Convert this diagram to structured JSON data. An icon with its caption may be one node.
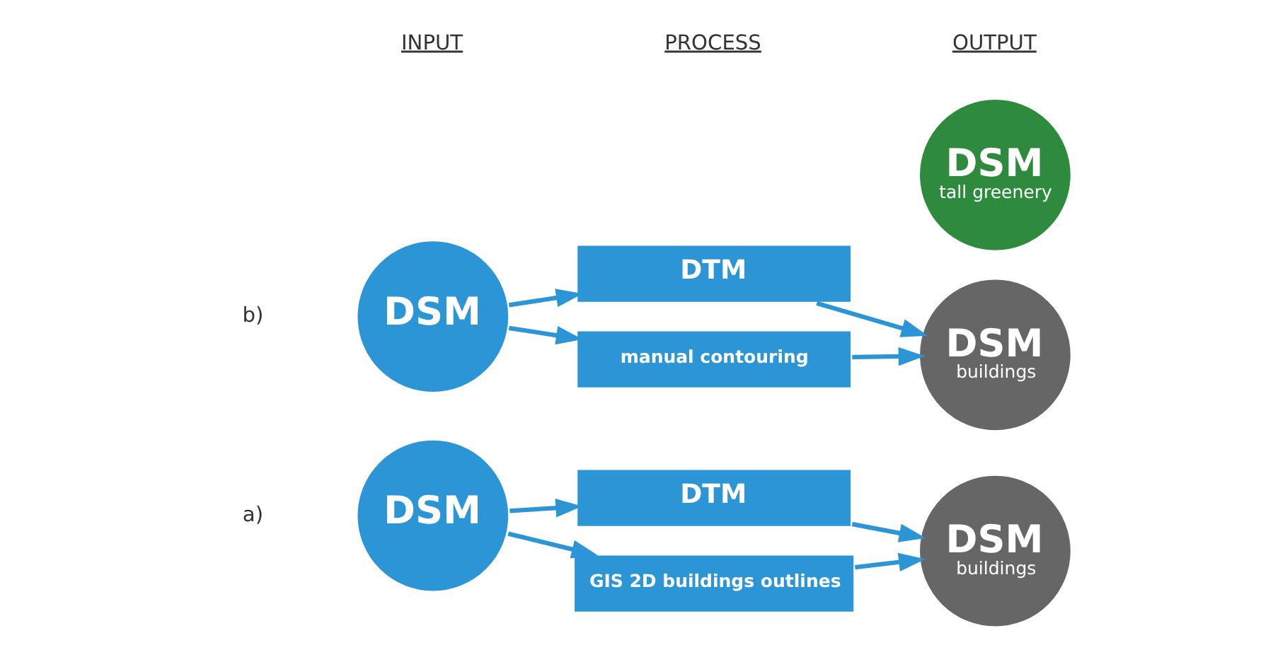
{
  "diagram": {
    "nodes": [
      {
        "text": [
          "DSM"
        ]
      },
      {
        "text": [
          "DTM"
        ]
      },
      {
        "text": [
          "GIS 2D buildings outlines"
        ]
      },
      {
        "text": [
          "DSM",
          "buildings"
        ]
      },
      {
        "text": [
          "DSM"
        ]
      },
      {
        "text": [
          "DTM"
        ]
      },
      {
        "text": [
          "manual contouring"
        ]
      },
      {
        "text": [
          "DSM",
          "buildings"
        ]
      },
      {
        "text": [
          "DSM",
          "tall greenery"
        ]
      }
    ],
    "edges": [
      {
        "from": 0,
        "to": 1,
        "arrow": "to"
      },
      {
        "from": 0,
        "to": 2,
        "arrow": "to"
      },
      {
        "from": 1,
        "to": 3,
        "arrow": "to"
      },
      {
        "from": 2,
        "to": 3,
        "arrow": "to"
      },
      {
        "from": 4,
        "to": 5,
        "arrow": "to"
      },
      {
        "from": 4,
        "to": 6,
        "arrow": "to"
      },
      {
        "from": 5,
        "to": 7,
        "arrow": "to"
      },
      {
        "from": 6,
        "to": 7,
        "arrow": "to"
      }
    ],
    "labels": [
      "INPUT",
      "PROCESS",
      "OUTPUT",
      "a)",
      "b)"
    ]
  }
}
